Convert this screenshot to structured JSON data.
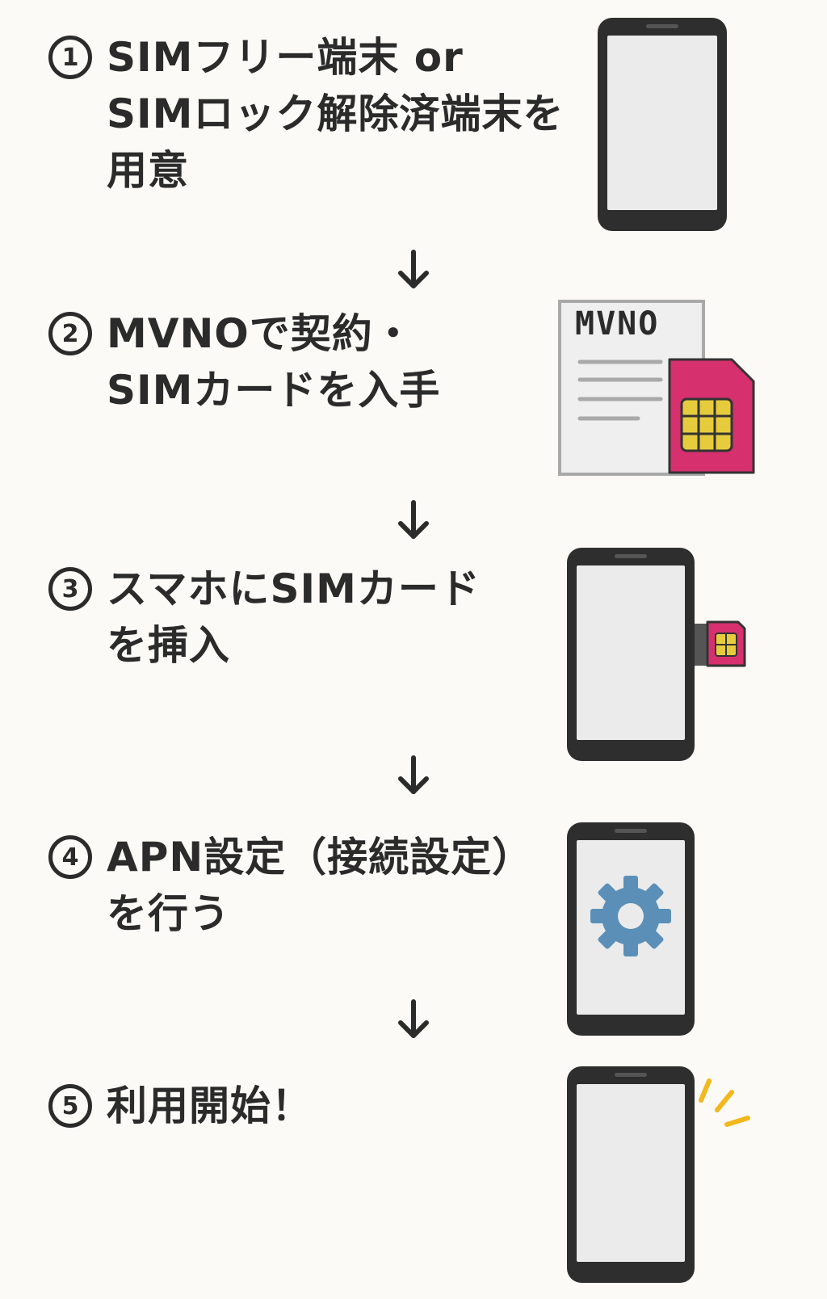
{
  "steps": [
    {
      "number": "1",
      "lines": [
        "SIMフリー端末 or",
        "SIMロック解除済端末を",
        "用意"
      ],
      "icon": "smartphone-icon"
    },
    {
      "number": "2",
      "lines": [
        "MVNOで契約・",
        "SIMカードを入手"
      ],
      "icon": "contract-sim-card-icon",
      "document_label": "MVNO"
    },
    {
      "number": "3",
      "lines": [
        "スマホにSIMカード",
        "を挿入"
      ],
      "icon": "phone-with-sim-icon"
    },
    {
      "number": "4",
      "lines": [
        "APN設定（接続設定）",
        "を行う"
      ],
      "icon": "phone-gear-icon"
    },
    {
      "number": "5",
      "lines": [
        "利用開始！"
      ],
      "icon": "phone-ready-icon"
    }
  ],
  "colors": {
    "phone_body": "#2e2e2e",
    "phone_screen": "#ebebeb",
    "sim_card": "#d6306e",
    "sim_chip": "#e6cc3c",
    "gear": "#5b8fb8",
    "spark": "#f2b81c",
    "document": "#efefef"
  }
}
